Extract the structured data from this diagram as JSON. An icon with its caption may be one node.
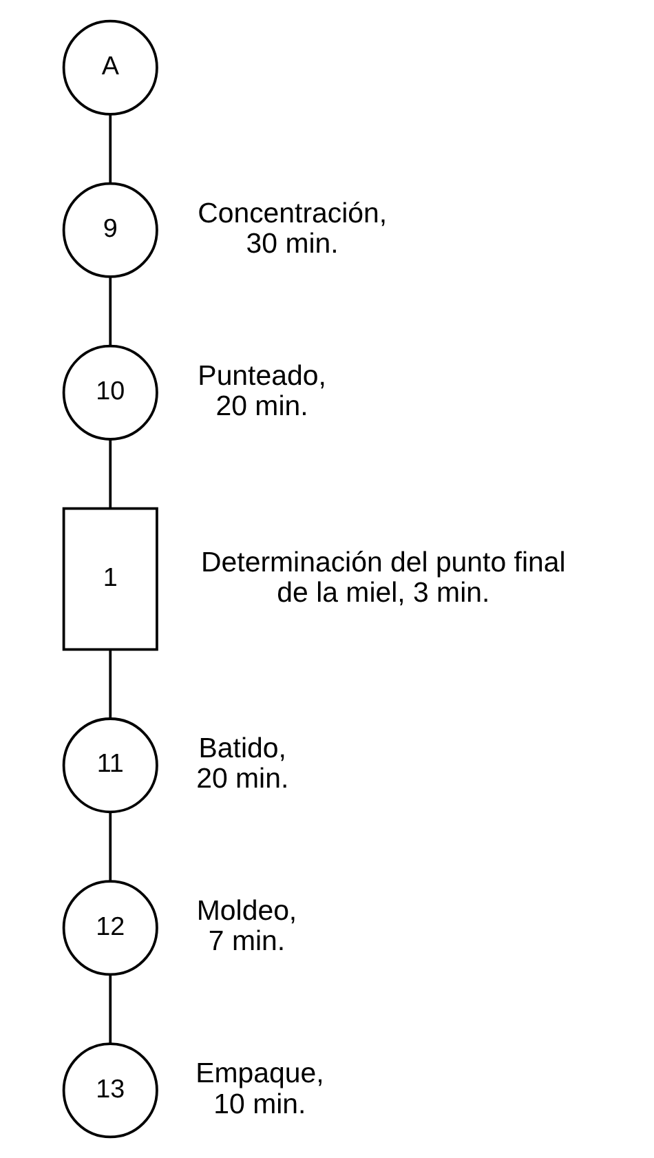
{
  "diagram": {
    "nodes": [
      {
        "text": [
          "A"
        ]
      },
      {
        "text": [
          "9"
        ],
        "beside": [
          "Concentración, 30 min."
        ]
      },
      {
        "text": [
          "10"
        ],
        "beside": [
          "Punteado, 20 min."
        ]
      },
      {
        "text": [
          "1"
        ],
        "beside": [
          "Determinación del punto final de la miel, 3 min."
        ]
      },
      {
        "text": [
          "11"
        ],
        "beside": [
          "Batido, 20 min."
        ]
      },
      {
        "text": [
          "12"
        ],
        "beside": [
          "Moldeo, 7 min."
        ]
      },
      {
        "text": [
          "13"
        ],
        "beside": [
          "Empaque, 10 min."
        ]
      }
    ],
    "edges": [
      {
        "from": 0,
        "to": 1,
        "arrow": "none"
      },
      {
        "from": 1,
        "to": 2,
        "arrow": "none"
      },
      {
        "from": 2,
        "to": 3,
        "arrow": "none"
      },
      {
        "from": 3,
        "to": 4,
        "arrow": "none"
      },
      {
        "from": 4,
        "to": 5,
        "arrow": "none"
      },
      {
        "from": 5,
        "to": 6,
        "arrow": "none"
      }
    ]
  }
}
